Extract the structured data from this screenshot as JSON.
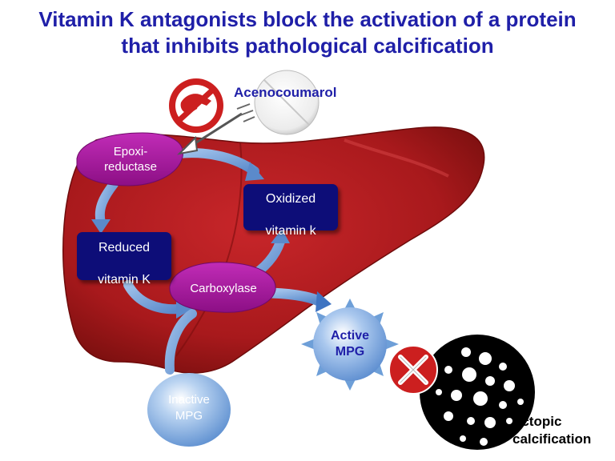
{
  "title": {
    "line1": "Vitamin K antagonists block the activation of a protein",
    "line2": "that inhibits pathological calcification"
  },
  "drug": {
    "label": "Acenocoumarol",
    "icon": "pill-icon",
    "symbol": "no-hand-symbol"
  },
  "cycle": {
    "epoxi_reductase": {
      "line1": "Epoxi-",
      "line2": "reductase"
    },
    "oxidized_vitamin_k": {
      "line1": "Oxidized",
      "line2": "vitamin k"
    },
    "reduced_vitamin_k": {
      "line1": "Reduced",
      "line2": "vitamin K"
    },
    "carboxylase": "Carboxylase"
  },
  "proteins": {
    "inactive_mpg": {
      "line1": "Inactive",
      "line2": "MPG"
    },
    "active_mpg": {
      "line1": "Active",
      "line2": "MPG"
    }
  },
  "outcome": {
    "line1": "Ectopic",
    "line2": "calcification"
  },
  "colors": {
    "title": "#1f1fa8",
    "liver": "#b01c1c",
    "enzyme_magenta": "#a5149c",
    "vitamin_box": "#0d0d78",
    "arrow_blue": "#6e9fd3",
    "inactive_mpg": "#9dbfe8",
    "active_mpg": "#7fa9df",
    "block_red": "#cc1f1f"
  }
}
